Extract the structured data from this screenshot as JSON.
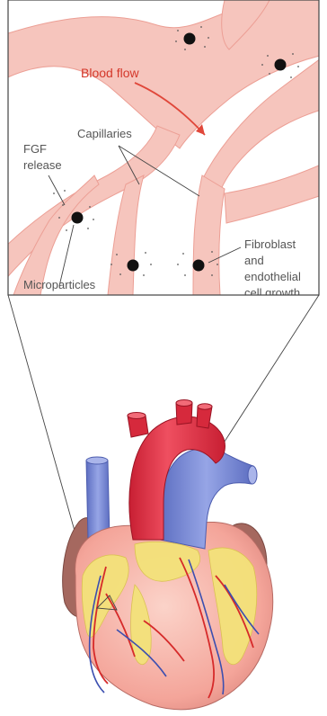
{
  "labels": {
    "blood_flow": "Blood flow",
    "capillaries": "Capillaries",
    "fgf_line1": "FGF",
    "fgf_line2": "release",
    "microparticles": "Microparticles",
    "growth_line1": "Fibroblast",
    "growth_line2": "and",
    "growth_line3": "endothelial",
    "growth_line4": "cell growth"
  },
  "colors": {
    "vessel": "#f6c5bd",
    "vessel_edge": "#ec9f95",
    "label_text": "#555555",
    "blood_flow_text": "#d4382b",
    "particle": "#111111",
    "aorta": "#e2384a",
    "vein": "#7f8fd6",
    "heart": "#f4a59a",
    "fat": "#f3e27a",
    "atrium": "#a5685f"
  }
}
